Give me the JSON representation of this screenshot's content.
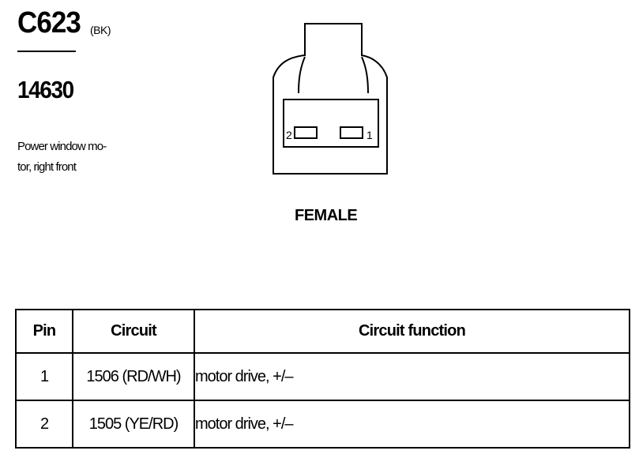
{
  "header": {
    "connector_id": "C623",
    "connector_color": "(BK)",
    "part_number": "14630",
    "description": "Power window mo-tor, right front",
    "description_line1": "Power window mo-",
    "description_line2": "tor, right front"
  },
  "connector": {
    "gender_label": "FEMALE",
    "pins": [
      {
        "label": "2"
      },
      {
        "label": "1"
      }
    ]
  },
  "table": {
    "headers": [
      "Pin",
      "Circuit",
      "Circuit function"
    ],
    "rows": [
      {
        "pin": "1",
        "circuit": "1506 (RD/WH)",
        "function": "motor drive, +/–"
      },
      {
        "pin": "2",
        "circuit": "1505 (YE/RD)",
        "function": "motor drive, +/–"
      }
    ]
  }
}
